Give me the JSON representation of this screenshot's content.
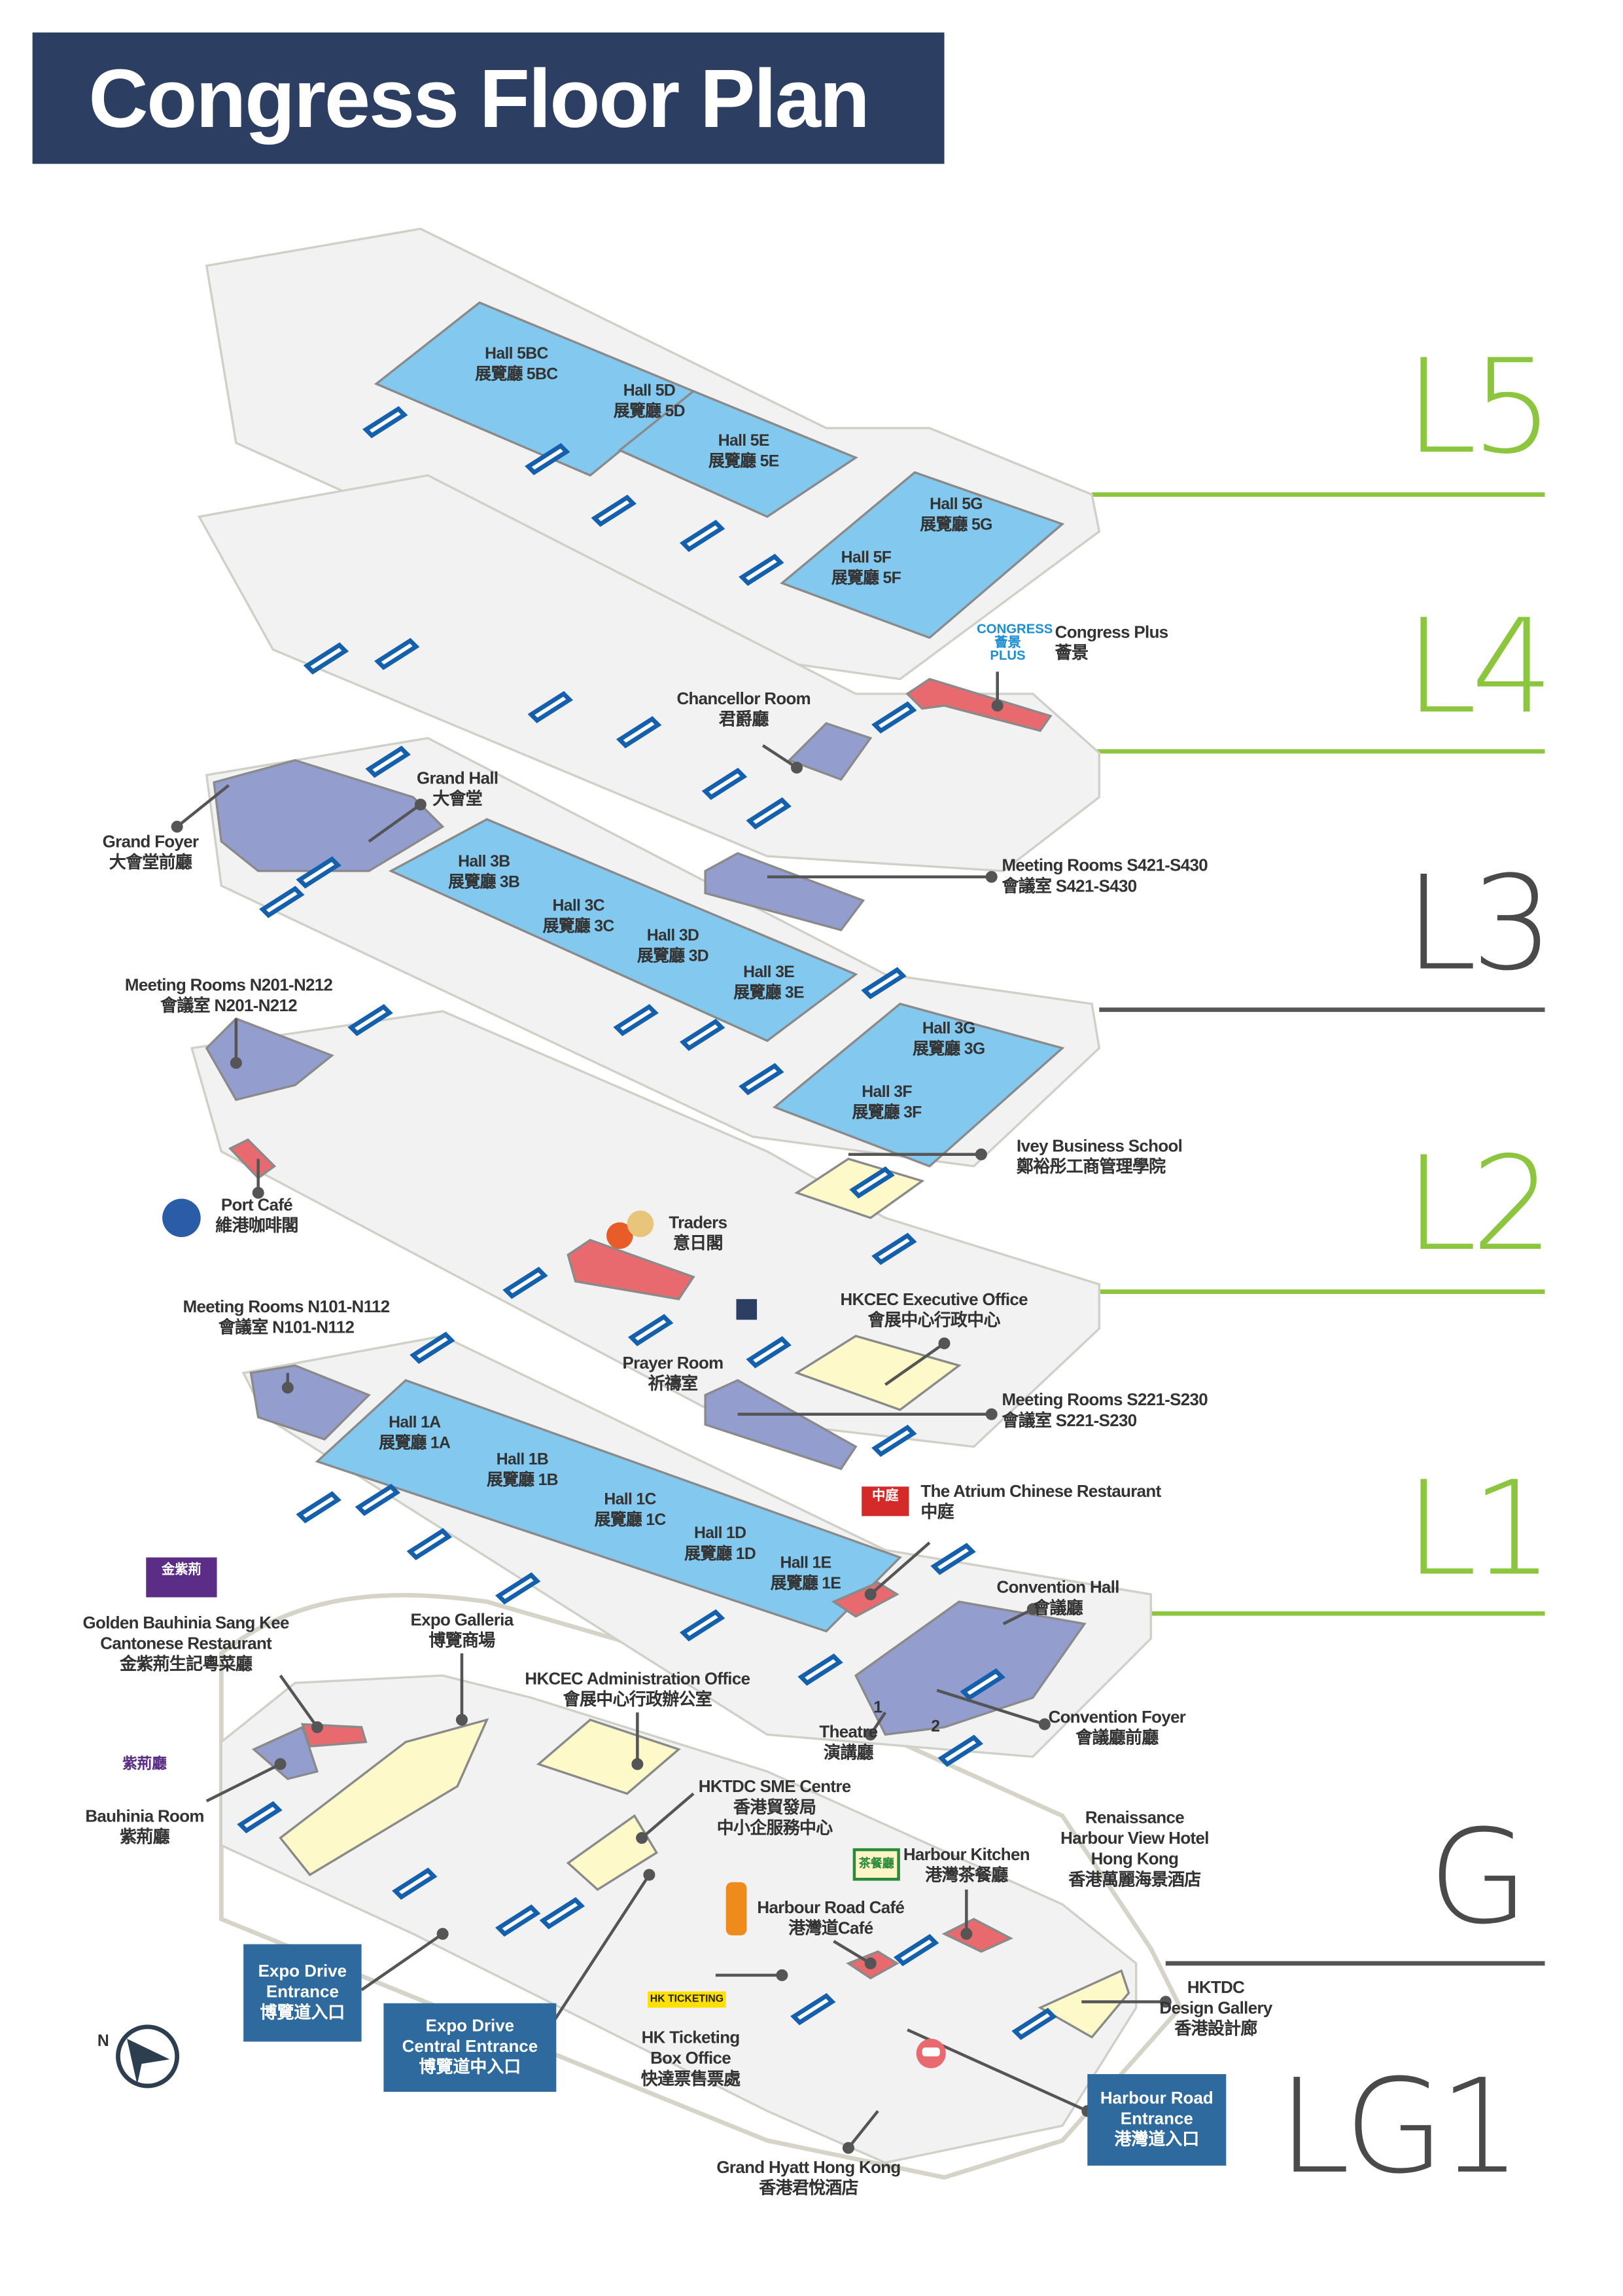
{
  "title": "Congress Floor Plan",
  "levels": {
    "l5": "L5",
    "l4": "L4",
    "l3": "L3",
    "l2": "L2",
    "l1": "L1",
    "g": "G",
    "lg1": "LG1"
  },
  "colors": {
    "title_bg": "#2c3e61",
    "level_green": "#8cc63f",
    "level_gray": "#4a4a4a",
    "hall_blue": "#83c8ee",
    "meeting_purple": "#939ecf",
    "restaurant_red": "#e86a6f",
    "office_yellow": "#fdf9c9",
    "floor": "#f2f2f2",
    "escalator": "#1560ad",
    "entrance_box": "#2e6a9e"
  },
  "labels": {
    "hall_5bc": {
      "en": "Hall 5BC",
      "zh": "展覽廳 5BC"
    },
    "hall_5d": {
      "en": "Hall 5D",
      "zh": "展覽廳 5D"
    },
    "hall_5e": {
      "en": "Hall 5E",
      "zh": "展覽廳 5E"
    },
    "hall_5g": {
      "en": "Hall 5G",
      "zh": "展覽廳 5G"
    },
    "hall_5f": {
      "en": "Hall 5F",
      "zh": "展覽廳 5F"
    },
    "congress_plus": {
      "en": "Congress Plus",
      "zh": "薈景"
    },
    "chancellor_room": {
      "en": "Chancellor Room",
      "zh": "君爵廳"
    },
    "grand_hall": {
      "en": "Grand Hall",
      "zh": "大會堂"
    },
    "grand_foyer": {
      "en": "Grand Foyer",
      "zh": "大會堂前廳"
    },
    "meeting_s421": {
      "en": "Meeting Rooms S421-S430",
      "zh": "會議室 S421-S430"
    },
    "hall_3b": {
      "en": "Hall 3B",
      "zh": "展覽廳 3B"
    },
    "hall_3c": {
      "en": "Hall 3C",
      "zh": "展覽廳 3C"
    },
    "hall_3d": {
      "en": "Hall 3D",
      "zh": "展覽廳 3D"
    },
    "hall_3e": {
      "en": "Hall 3E",
      "zh": "展覽廳 3E"
    },
    "hall_3g": {
      "en": "Hall 3G",
      "zh": "展覽廳 3G"
    },
    "hall_3f": {
      "en": "Hall 3F",
      "zh": "展覽廳 3F"
    },
    "meeting_n201": {
      "en": "Meeting Rooms N201-N212",
      "zh": "會議室 N201-N212"
    },
    "ivey": {
      "en": "Ivey Business School",
      "zh": "鄭裕彤工商管理學院"
    },
    "port_cafe": {
      "en": "Port Café",
      "zh": "維港咖啡閣"
    },
    "traders": {
      "en": "Traders",
      "zh": "意日閣"
    },
    "exec_office": {
      "en": "HKCEC Executive Office",
      "zh": "會展中心行政中心"
    },
    "meeting_n101": {
      "en": "Meeting Rooms N101-N112",
      "zh": "會議室 N101-N112"
    },
    "prayer_room": {
      "en": "Prayer Room",
      "zh": "祈禱室"
    },
    "meeting_s221": {
      "en": "Meeting Rooms S221-S230",
      "zh": "會議室 S221-S230"
    },
    "hall_1a": {
      "en": "Hall 1A",
      "zh": "展覽廳 1A"
    },
    "hall_1b": {
      "en": "Hall 1B",
      "zh": "展覽廳 1B"
    },
    "hall_1c": {
      "en": "Hall 1C",
      "zh": "展覽廳 1C"
    },
    "hall_1d": {
      "en": "Hall 1D",
      "zh": "展覽廳 1D"
    },
    "hall_1e": {
      "en": "Hall 1E",
      "zh": "展覽廳 1E"
    },
    "atrium": {
      "en": "The Atrium Chinese Restaurant",
      "zh": "中庭"
    },
    "convention_hall": {
      "en": "Convention Hall",
      "zh": "會議廳"
    },
    "golden_bauhinia": {
      "en": "Golden Bauhinia Sang Kee",
      "en2": "Cantonese Restaurant",
      "zh": "金紫荊生記粵菜廳"
    },
    "expo_galleria": {
      "en": "Expo Galleria",
      "zh": "博覽商場"
    },
    "admin_office": {
      "en": "HKCEC Administration Office",
      "zh": "會展中心行政辦公室"
    },
    "convention_foyer": {
      "en": "Convention Foyer",
      "zh": "會議廳前廳"
    },
    "theatre": {
      "en": "Theatre",
      "zh": "演講廳",
      "m1": "1",
      "m2": "2"
    },
    "bauhinia_room": {
      "en": "Bauhinia Room",
      "zh": "紫荊廳"
    },
    "sme_centre": {
      "en": "HKTDC SME Centre",
      "zh": "香港貿發局",
      "zh2": "中小企服務中心"
    },
    "renaissance": {
      "en": "Renaissance",
      "en2": "Harbour View Hotel",
      "en3": "Hong Kong",
      "zh": "香港萬麗海景酒店"
    },
    "harbour_kitchen": {
      "en": "Harbour Kitchen",
      "zh": "港灣茶餐廳"
    },
    "harbour_road_cafe": {
      "en": "Harbour Road Café",
      "zh": "港灣道Café"
    },
    "design_gallery": {
      "en": "HKTDC",
      "en2": "Design Gallery",
      "zh": "香港設計廊"
    },
    "hk_ticketing": {
      "en": "HK Ticketing",
      "en2": "Box Office",
      "zh": "快達票售票處"
    },
    "grand_hyatt": {
      "en": "Grand Hyatt Hong Kong",
      "zh": "香港君悅酒店"
    }
  },
  "entrances": {
    "expo_drive": {
      "en": "Expo Drive",
      "en2": "Entrance",
      "zh": "博覽道入口"
    },
    "expo_drive_central": {
      "en": "Expo Drive",
      "en2": "Central Entrance",
      "zh": "博覽道中入口"
    },
    "harbour_road": {
      "en": "Harbour Road",
      "en2": "Entrance",
      "zh": "港灣道入口"
    }
  },
  "logos": {
    "congress_plus": "CONGRESS 薈景 PLUS",
    "atrium": "中庭",
    "golden_bauhinia": "金紫荊",
    "bauhinia_room": "紫荊廳",
    "harbour_kitchen": "茶餐廳",
    "hk_ticketing": "HK TICKETING"
  },
  "compass": "N"
}
